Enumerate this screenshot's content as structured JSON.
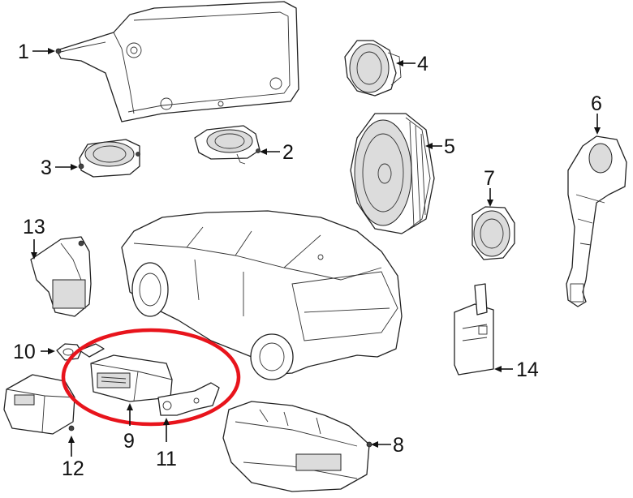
{
  "diagram": {
    "callouts": [
      {
        "id": "1",
        "label": "1"
      },
      {
        "id": "2",
        "label": "2"
      },
      {
        "id": "3",
        "label": "3"
      },
      {
        "id": "4",
        "label": "4"
      },
      {
        "id": "5",
        "label": "5"
      },
      {
        "id": "6",
        "label": "6"
      },
      {
        "id": "7",
        "label": "7"
      },
      {
        "id": "8",
        "label": "8"
      },
      {
        "id": "9",
        "label": "9"
      },
      {
        "id": "10",
        "label": "10"
      },
      {
        "id": "11",
        "label": "11"
      },
      {
        "id": "12",
        "label": "12"
      },
      {
        "id": "13",
        "label": "13"
      },
      {
        "id": "14",
        "label": "14"
      }
    ],
    "highlight": {
      "color": "#e8141c",
      "encloses": [
        "9",
        "11"
      ]
    },
    "colors": {
      "line": "#222222",
      "background": "#ffffff"
    }
  }
}
